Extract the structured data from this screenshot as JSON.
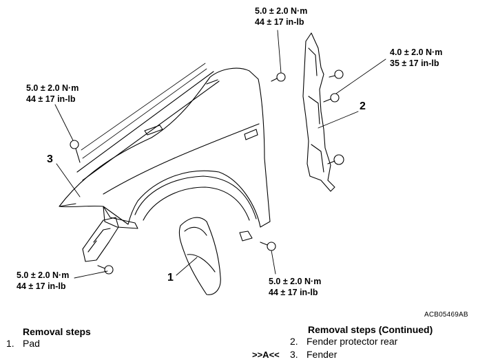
{
  "torques": {
    "top_center": [
      "5.0 ± 2.0 N·m",
      "44 ± 17 in-lb"
    ],
    "top_right": [
      "4.0 ± 2.0 N·m",
      "35 ± 17 in-lb"
    ],
    "left_upper": [
      "5.0 ± 2.0 N·m",
      "44 ± 17 in-lb"
    ],
    "left_lower": [
      "5.0 ± 2.0 N·m",
      "44 ± 17 in-lb"
    ],
    "bottom_center": [
      "5.0 ± 2.0 N·m",
      "44 ± 17 in-lb"
    ]
  },
  "callouts": {
    "c1": "1",
    "c2": "2",
    "c3": "3"
  },
  "figure_ref": "ACB05469AB",
  "removal": {
    "heading": "Removal steps",
    "steps": [
      {
        "num": "1.",
        "label": "Pad"
      }
    ]
  },
  "removal_cont": {
    "heading": "Removal steps (Continued)",
    "steps": [
      {
        "num": "2.",
        "label": "Fender protector rear",
        "marker": ""
      },
      {
        "num": "3.",
        "label": "Fender",
        "marker": ">>A<<"
      }
    ]
  }
}
